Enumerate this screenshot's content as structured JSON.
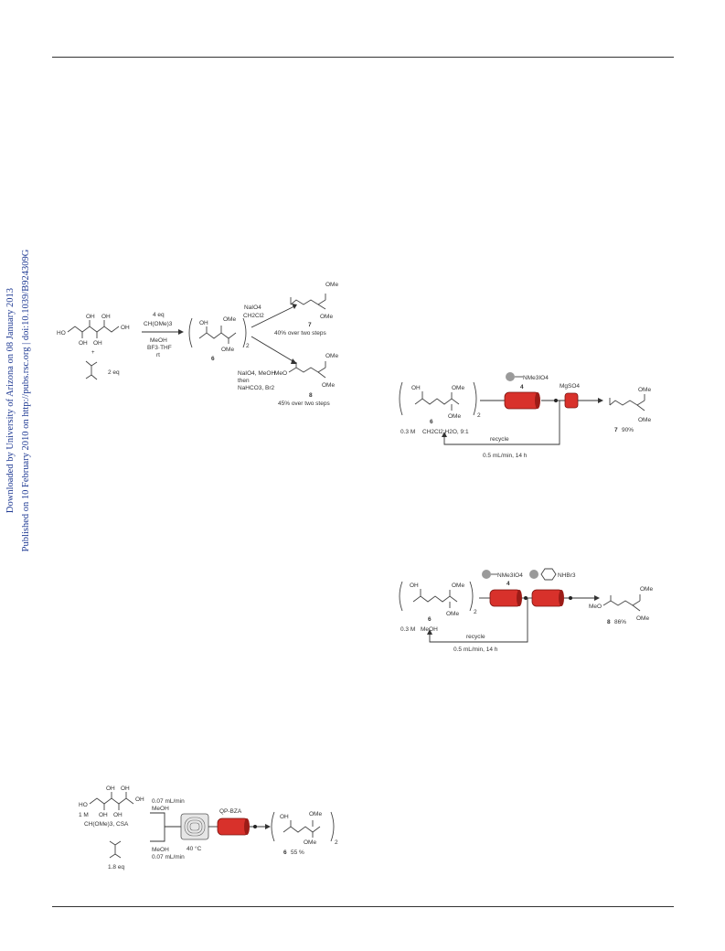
{
  "sidebar": {
    "line1": "Downloaded by University of Arizona on 08 January 2013",
    "line2": "Published on 10 February 2010 on http://pubs.rsc.org | doi:10.1039/B924309G"
  },
  "scheme1": {
    "reagent_plus": "+",
    "reagent_eq": "2 eq",
    "cond1": "4 eq",
    "cond2": "CH(OMe)3",
    "cond3": "MeOH",
    "cond4": "BF3·THF",
    "cond5": "rt",
    "oh": "OH",
    "ho": "HO",
    "ome": "OMe",
    "sub2": "2",
    "compound6": "6",
    "upper_cond1": "NaIO4",
    "upper_cond2": "CH2Cl2",
    "compound7": "7",
    "yield7": "40% over two steps",
    "lower_cond1": "NaIO4, MeOH",
    "lower_cond2": "then",
    "lower_cond3": "NaHCO3, Br2",
    "compound8": "8",
    "meo": "MeO",
    "yield8": "45% over two steps"
  },
  "scheme2": {
    "oh": "OH",
    "ome": "OMe",
    "sub2": "2",
    "compound6": "6",
    "conc": "0.3 M",
    "solvent": "CH2Cl2:H2O, 9:1",
    "reagent_label": "NMe3IO4",
    "reagent_num": "4",
    "drying": "MgSO4",
    "product": "7",
    "yield": "90%",
    "recycle": "recycle",
    "flow": "0.5 mL/min, 14 h"
  },
  "scheme3": {
    "oh": "OH",
    "ome": "OMe",
    "sub2": "2",
    "compound6": "6",
    "conc": "0.3 M",
    "solvent": "MeOH",
    "reagent1": "NMe3IO4",
    "reagent2": "NHBr3",
    "reagent_num": "4",
    "meo": "MeO",
    "product": "8",
    "yield": "86%",
    "recycle": "recycle",
    "flow": "0.5 mL/min, 14 h"
  },
  "scheme4": {
    "oh": "OH",
    "ho": "HO",
    "ome": "OMe",
    "sub2": "2",
    "conc1": "1 M",
    "cat": "CH(OMe)3, CSA",
    "flow1": "0.07 mL/min",
    "solv1": "MeOH",
    "solv2": "MeOH",
    "flow2": "0.07 mL/min",
    "eq": "1.8 eq",
    "temp": "40 °C",
    "cartridge": "QP-BZA",
    "compound6": "6",
    "yield": "55 %"
  }
}
